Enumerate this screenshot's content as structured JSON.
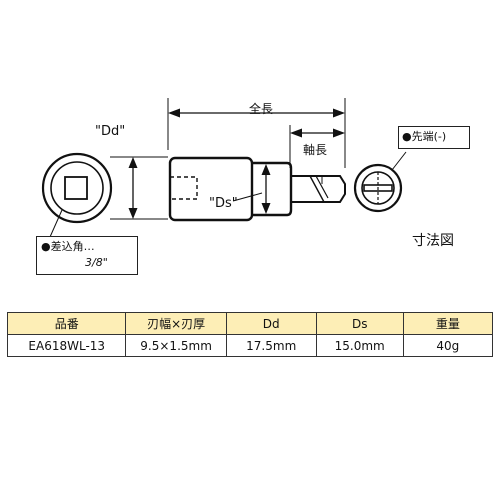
{
  "diagram": {
    "overall_length_label": "全長",
    "shaft_length_label": "軸長",
    "dd_label": "\"Dd\"",
    "ds_label": "\"Ds\"",
    "tip_note": "●先端(-)",
    "drive_note_line1": "●差込角…",
    "drive_note_line2": "3/8\"",
    "title": "寸法図"
  },
  "spec_table": {
    "headers": [
      "品番",
      "刃幅×刃厚",
      "Dd",
      "Ds",
      "重量"
    ],
    "rows": [
      [
        "EA618WL-13",
        "9.5×1.5mm",
        "17.5mm",
        "15.0mm",
        "40g"
      ]
    ]
  }
}
